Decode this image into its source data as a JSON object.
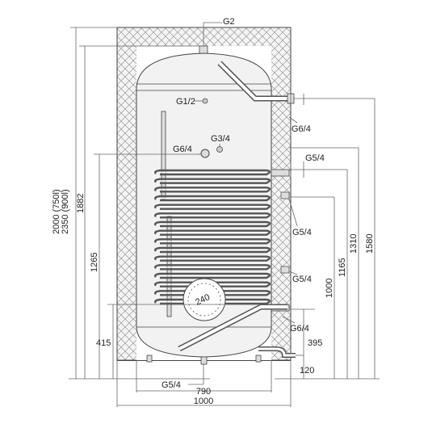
{
  "diagram": {
    "connections": {
      "g2": "G2",
      "g1_2": "G1/2",
      "g3_4": "G3/4",
      "g6_4_left": "G6/4",
      "g6_4_top": "G6/4",
      "g5_4_upper": "G5/4",
      "g5_4_mid1": "G5/4",
      "g5_4_mid2": "G5/4",
      "g6_4_bottom": "G6/4",
      "g5_4_bottom": "G5/4"
    },
    "dimensions": {
      "height_total": "2000 (750l)\n2350 (900l)",
      "h_2000": "2000 (750l)",
      "h_2350": "2350 (900l)",
      "h1882": "1882",
      "h1265": "1265",
      "h415": "415",
      "h1580": "1580",
      "h1310": "1310",
      "h1165": "1165",
      "h1000": "1000",
      "h395": "395",
      "h120": "120",
      "flange": "240",
      "d790": "790",
      "d1000": "1000"
    }
  }
}
